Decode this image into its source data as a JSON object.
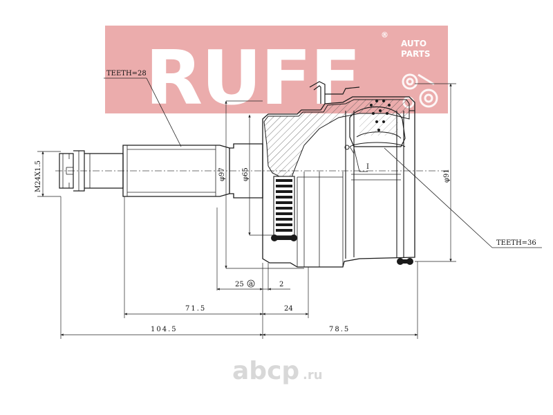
{
  "logo": {
    "brand": "RUFF",
    "registered": "®",
    "tagline_1": "AUTO",
    "tagline_2": "PARTS",
    "color": "#d85a5a"
  },
  "drawing": {
    "teeth_left": "TEETH=28",
    "teeth_right": "TEETH=36",
    "thread": "M24X1.5",
    "dia_97": "φ97",
    "dia_65": "φ65",
    "dia_91": "φ91",
    "detail_mark": "I",
    "dim_25": "25",
    "dim_25_mark": "a",
    "dim_2": "2",
    "dim_71_5": "71.5",
    "dim_24": "24",
    "dim_104_5": "104.5",
    "dim_78_5": "78.5"
  },
  "watermark": {
    "name": "abcp",
    "domain": ".ru",
    "color": "#d8d8d8"
  }
}
